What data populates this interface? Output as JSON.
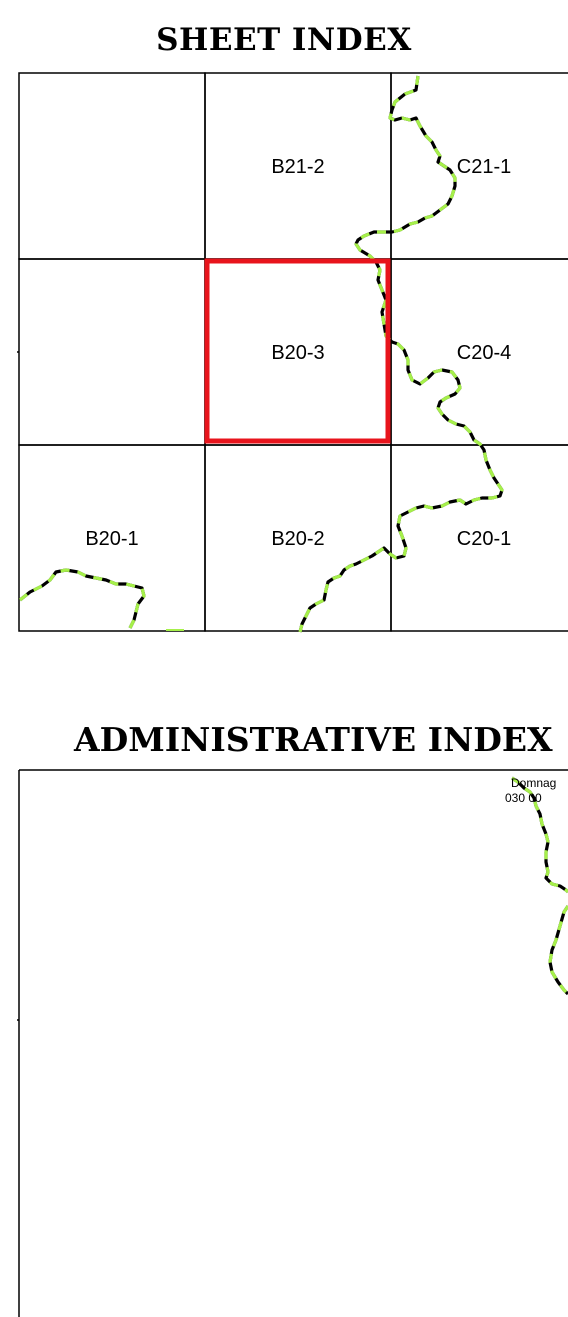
{
  "sheet_index": {
    "title": "SHEET INDEX",
    "cells": [
      {
        "label": "",
        "row": 0,
        "col": 0
      },
      {
        "label": "B21-2",
        "row": 0,
        "col": 1
      },
      {
        "label": "C21-1",
        "row": 0,
        "col": 2
      },
      {
        "label": "",
        "row": 1,
        "col": 0
      },
      {
        "label": "B20-3",
        "row": 1,
        "col": 1,
        "highlighted": true
      },
      {
        "label": "C20-4",
        "row": 1,
        "col": 2
      },
      {
        "label": "B20-1",
        "row": 2,
        "col": 0
      },
      {
        "label": "B20-2",
        "row": 2,
        "col": 1
      },
      {
        "label": "C20-1",
        "row": 2,
        "col": 2
      }
    ],
    "highlight_color": "#e8141c",
    "boundary_color": "#000000",
    "boundary_dash_color": "#a6f04a"
  },
  "administrative_index": {
    "title": "ADMINISTRATIVE INDEX",
    "area_name": "Domnag",
    "area_code": "030 00"
  }
}
